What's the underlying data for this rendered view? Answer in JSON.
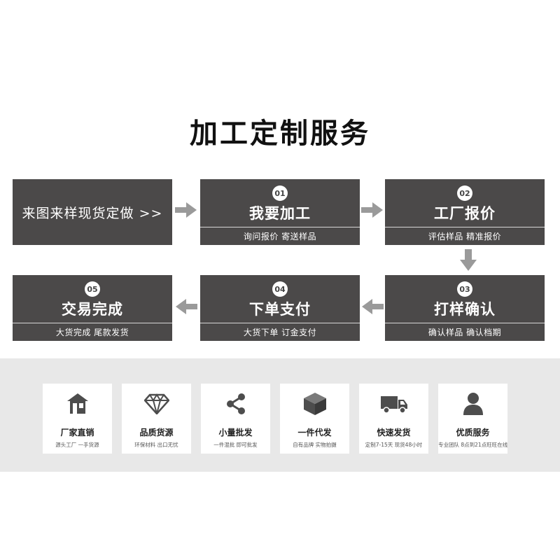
{
  "title": "加工定制服务",
  "start_box": {
    "label": "来图来样现货定做 >>"
  },
  "steps": [
    {
      "num": "01",
      "title": "我要加工",
      "sub": "询问报价 寄送样品"
    },
    {
      "num": "02",
      "title": "工厂报价",
      "sub": "评估样品 精准报价"
    },
    {
      "num": "03",
      "title": "打样确认",
      "sub": "确认样品 确认档期"
    },
    {
      "num": "04",
      "title": "下单支付",
      "sub": "大货下单 订金支付"
    },
    {
      "num": "05",
      "title": "交易完成",
      "sub": "大货完成 尾款发货"
    }
  ],
  "features": [
    {
      "icon": "factory-icon",
      "title": "厂家直销",
      "sub": "源头工厂 一手货源"
    },
    {
      "icon": "diamond-icon",
      "title": "品质货源",
      "sub": "环保材料 出口无忧"
    },
    {
      "icon": "share-icon",
      "title": "小量批发",
      "sub": "一件混批 即可批发"
    },
    {
      "icon": "box-icon",
      "title": "一件代发",
      "sub": "自有品牌 实物拍摄"
    },
    {
      "icon": "truck-icon",
      "title": "快速发货",
      "sub": "定制7-15天 现货48小时"
    },
    {
      "icon": "person-icon",
      "title": "优质服务",
      "sub": "专业团队 8点到21点旺旺在线"
    }
  ],
  "colors": {
    "box": "#4b4949",
    "arrow": "#9a9a9a",
    "band": "#e8e8e8",
    "icon": "#4d4d4d"
  }
}
